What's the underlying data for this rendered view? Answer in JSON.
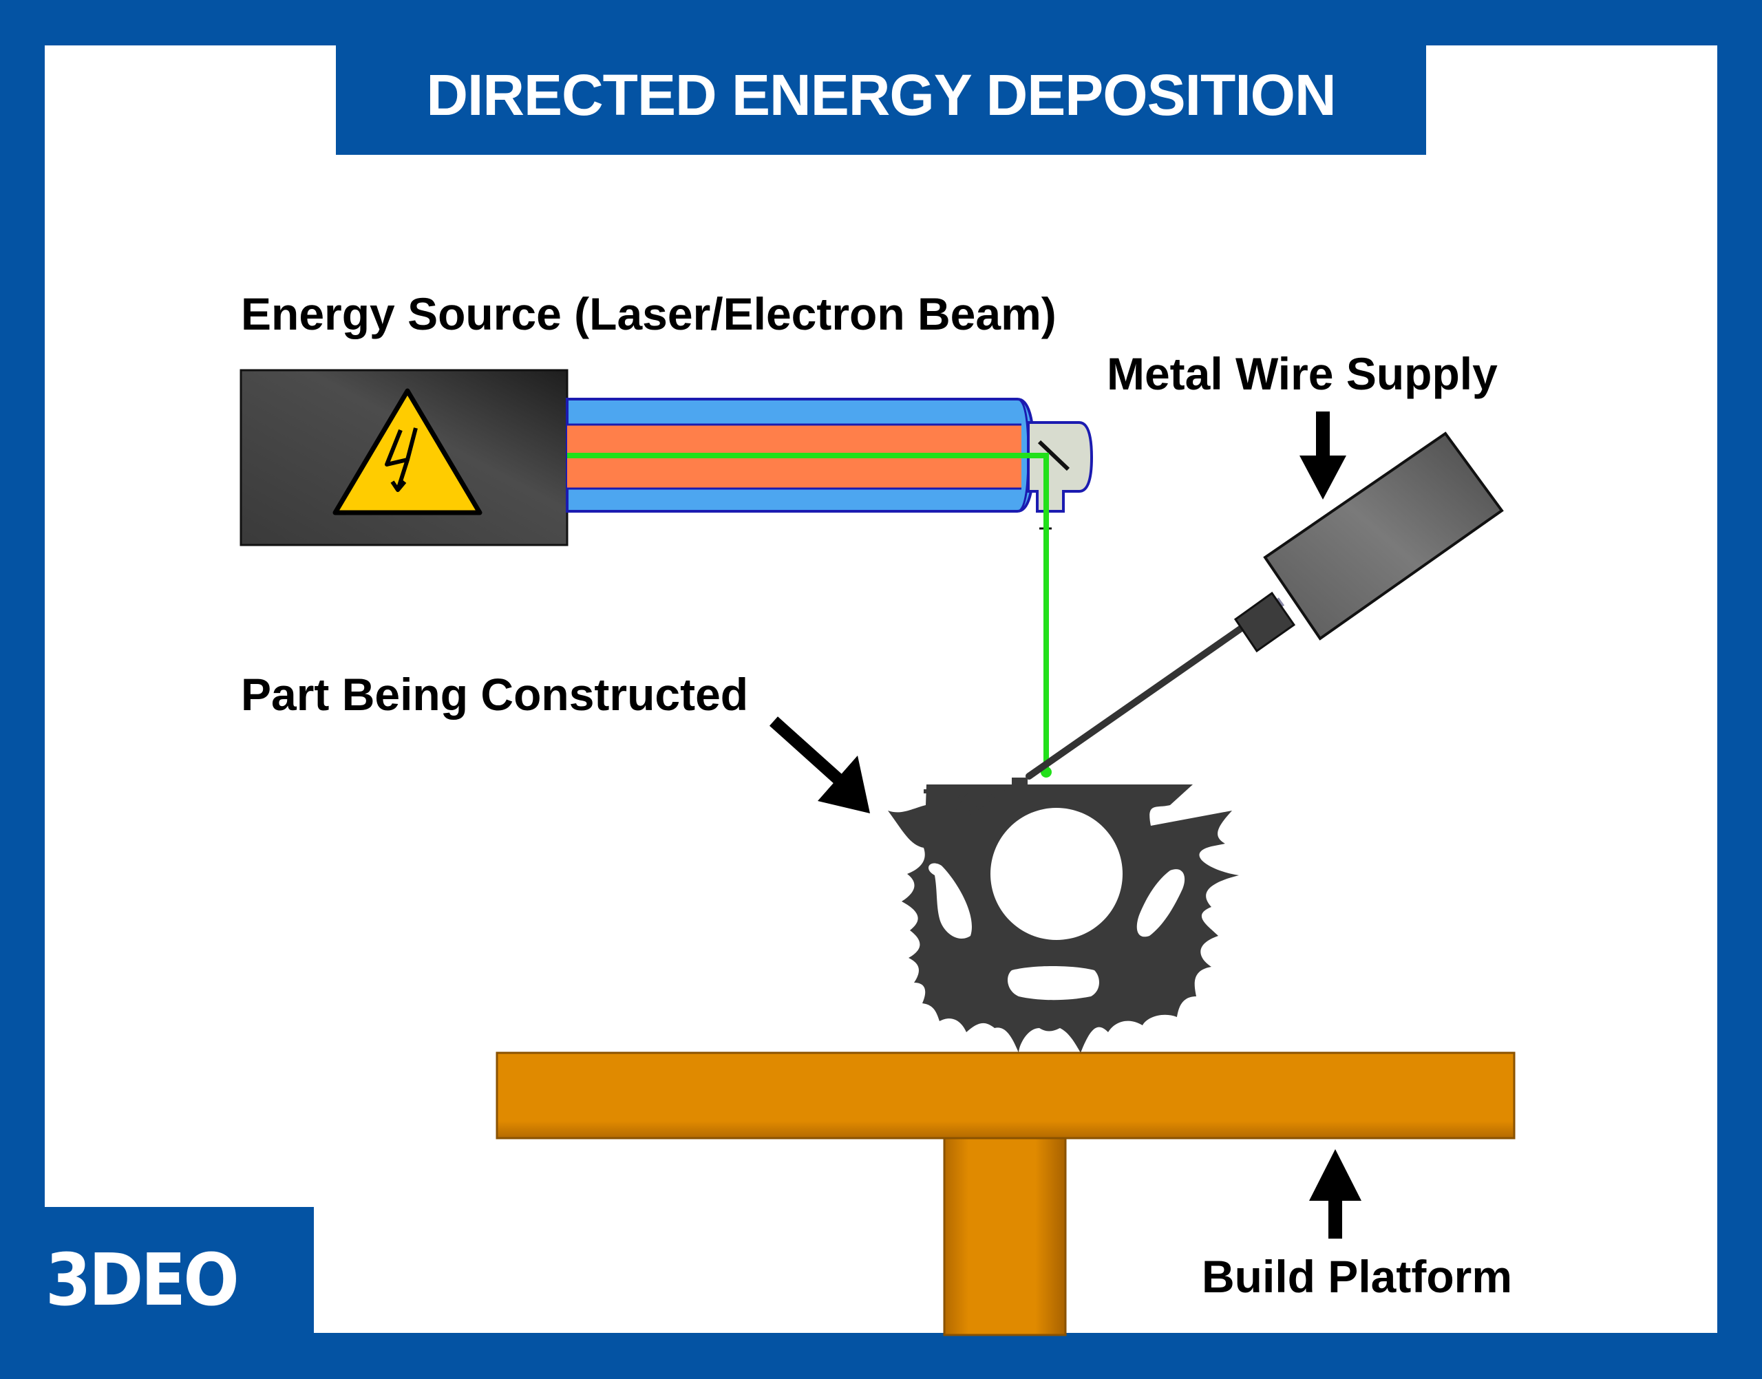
{
  "title": "DIRECTED ENERGY DEPOSITION",
  "labels": {
    "energy_source": "Energy Source (Laser/Electron Beam)",
    "metal_wire_supply": "Metal Wire Supply",
    "part_being_constructed": "Part Being Constructed",
    "build_platform": "Build Platform"
  },
  "logo": "3DEO",
  "colors": {
    "brand_blue": "#0453a3",
    "beam_green": "#22e01a",
    "platform_orange": "#e08a00",
    "fiber_outer": "#4da6f0",
    "fiber_core": "#ff7f4a",
    "warning_yellow": "#ffcc00",
    "part_dark": "#3a3a3a"
  },
  "icons": [
    "high-voltage-warning-icon",
    "arrow-down-icon",
    "arrow-diagonal-icon",
    "arrow-up-icon"
  ]
}
